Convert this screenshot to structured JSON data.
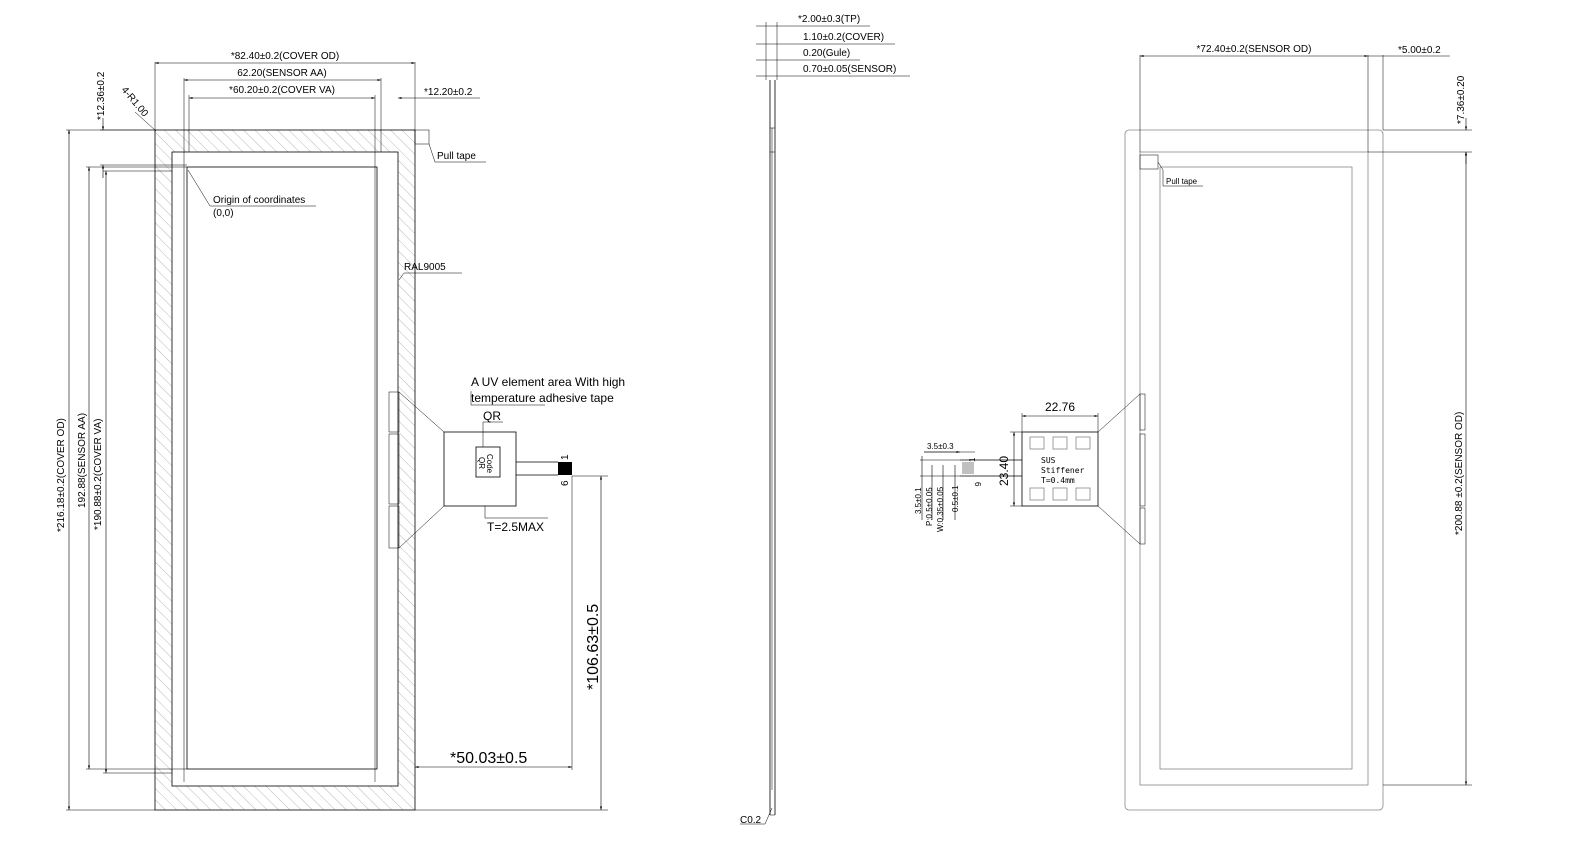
{
  "front_view": {
    "cover_od_width": "*82.40±0.2(COVER OD)",
    "sensor_aa_width": "62.20(SENSOR AA)",
    "cover_va_width": "*60.20±0.2(COVER VA)",
    "right_margin": "*12.20±0.2",
    "top_margin": "*12.36±0.2",
    "corner_radius": "4-R1.00",
    "pull_tape": "Pull tape",
    "origin_label": "Origin of coordinates",
    "origin_value": "(0,0)",
    "color_code": "RAL9005",
    "uv_note_line1": "A UV element area With high",
    "uv_note_line2": "temperature adhesive tape",
    "qr_label": "QR",
    "qr_code_line1": "QR",
    "qr_code_line2": "Code",
    "thickness": "T=2.5MAX",
    "pin_first": "1",
    "pin_last": "6",
    "cover_od_height": "*216.18±0.2(COVER OD)",
    "sensor_aa_height": "192.88(SENSOR AA)",
    "cover_va_height": "*190.88±0.2(COVER VA)",
    "fpc_height": "*106.63±0.5",
    "fpc_offset": "*50.03±0.5"
  },
  "side_view": {
    "tp_thickness": "*2.00±0.3(TP)",
    "cover_thickness": "1.10±0.2(COVER)",
    "glue_thickness": "0.20(Gule)",
    "sensor_thickness": "0.70±0.05(SENSOR)",
    "chamfer": "C0.2"
  },
  "back_view": {
    "sensor_od_width": "*72.40±0.2(SENSOR OD)",
    "right_offset": "*5.00±0.2",
    "top_offset": "*7.36±0.20",
    "pull_tape": "Pull tape",
    "sensor_od_height": "*200.88 ±0.2(SENSOR OD)",
    "stiffener_width": "22.76",
    "stiffener_height": "23.40",
    "stiffener_line1": "SUS",
    "stiffener_line2": "Stiffener",
    "stiffener_line3": "T=0.4mm",
    "finger_length": "3.5±0.3",
    "finger_width": "3.5±0.1",
    "pitch": "P:0.5±0.05",
    "pin_width": "W:0.35±0.05",
    "gap": "0.5±0.1",
    "pin_first": "1",
    "pin_last": "6"
  }
}
